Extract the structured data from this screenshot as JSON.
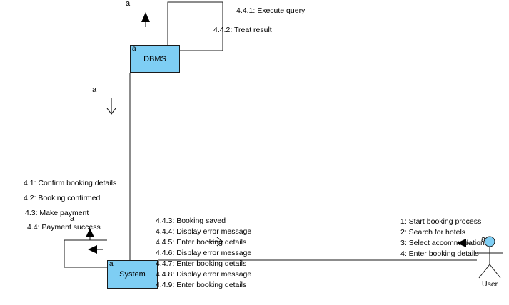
{
  "objects": {
    "dbms": "DBMS",
    "system": "System",
    "user": "User",
    "tag": "a"
  },
  "markers": {
    "a": "a"
  },
  "messages": {
    "dbms_self": [
      "4.4.1: Execute query",
      "4.4.2: Treat result"
    ],
    "system_self": [
      "4.1: Confirm booking details",
      "4.2: Booking confirmed",
      "4.3: Make payment",
      "4.4: Payment success"
    ],
    "system_to_user": [
      "4.4.3: Booking saved",
      "4.4.4: Display error message",
      "4.4.5: Enter booking details",
      "4.4.6: Display error message",
      "4.4.7: Enter booking details",
      "4.4.8: Display error message",
      "4.4.9: Enter booking details"
    ],
    "user_to_system": [
      "1: Start booking process",
      "2: Search for hotels",
      "3: Select accommodation",
      "4: Enter booking details"
    ]
  },
  "colors": {
    "object_fill": "#7ecef4",
    "actor_fill": "#7ecef4",
    "line": "#1a1a1a"
  }
}
